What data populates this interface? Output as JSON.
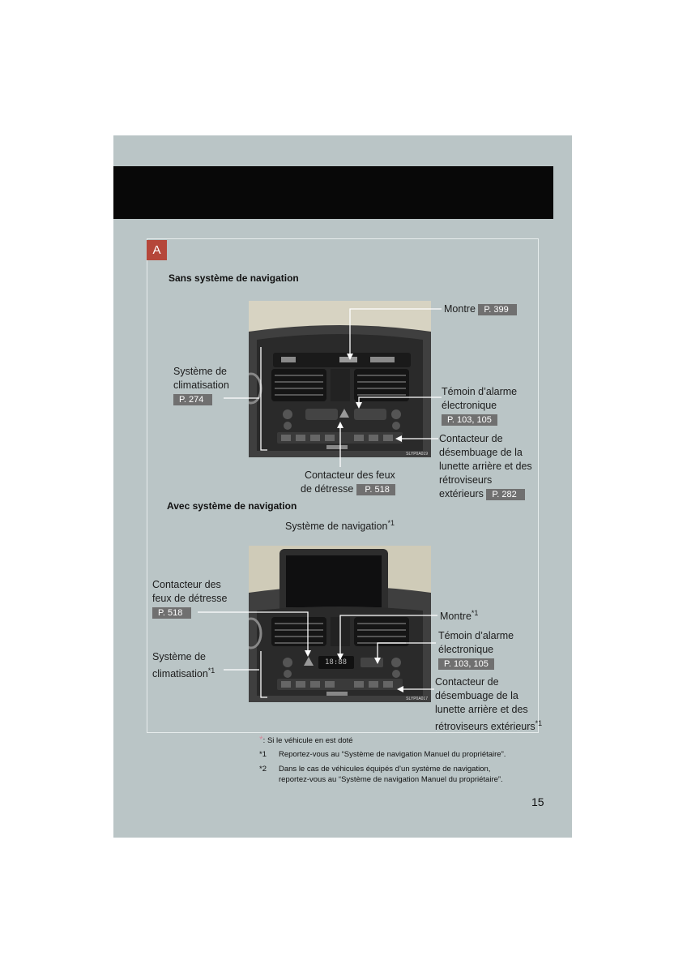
{
  "badge": "A",
  "section1": {
    "heading": "Sans système de navigation",
    "montre": "Montre",
    "montre_ref": "P. 399",
    "clim_line1": "Système de",
    "clim_line2": "climatisation",
    "clim_ref": "P. 274",
    "temoin_line1": "Témoin d’alarme",
    "temoin_line2": "électronique",
    "temoin_ref": "P. 103, 105",
    "desemb_line1": "Contacteur de",
    "desemb_line2": "désembuage de la",
    "desemb_line3": "lunette arrière et des",
    "desemb_line4": "rétroviseurs",
    "desemb_line5": "extérieurs",
    "desemb_ref": "P. 282",
    "feux_line1": "Contacteur des feux",
    "feux_line2": "de détresse",
    "feux_ref": "P. 518",
    "photo_code": "SLYP0A019"
  },
  "section2": {
    "heading": "Avec système de navigation",
    "nav": "Système de navigation",
    "nav_sup": "*1",
    "feux_line1": "Contacteur des",
    "feux_line2": "feux de détresse",
    "feux_ref": "P. 518",
    "montre": "Montre",
    "montre_sup": "*1",
    "temoin_line1": "Témoin d’alarme",
    "temoin_line2": "électronique",
    "temoin_ref": "P. 103, 105",
    "clim_line1": "Système de",
    "clim_line2": "climatisation",
    "clim_sup": "*1",
    "desemb_line1": "Contacteur de",
    "desemb_line2": "désembuage de la",
    "desemb_line3": "lunette arrière et des",
    "desemb_line4": "rétroviseurs extérieurs",
    "desemb_sup": "*1",
    "clock_display": "18:88",
    "photo_code": "SLYP0A017"
  },
  "footnotes": {
    "star_mark": "*",
    "star_text": ": Si le véhicule en est doté",
    "n1_mark": "*1",
    "n1_text": "Reportez-vous au “Système de navigation Manuel du propriétaire”.",
    "n2_mark": "*2",
    "n2_line1": "Dans le cas de véhicules équipés d’un système de navigation,",
    "n2_line2": "reportez-vous au “Système de navigation Manuel du propriétaire”."
  },
  "page_number": "15",
  "colors": {
    "panel": "#bac5c6",
    "header": "#080808",
    "badge": "#b5473a",
    "ref_box": "#707070",
    "star": "#d48fa0"
  }
}
